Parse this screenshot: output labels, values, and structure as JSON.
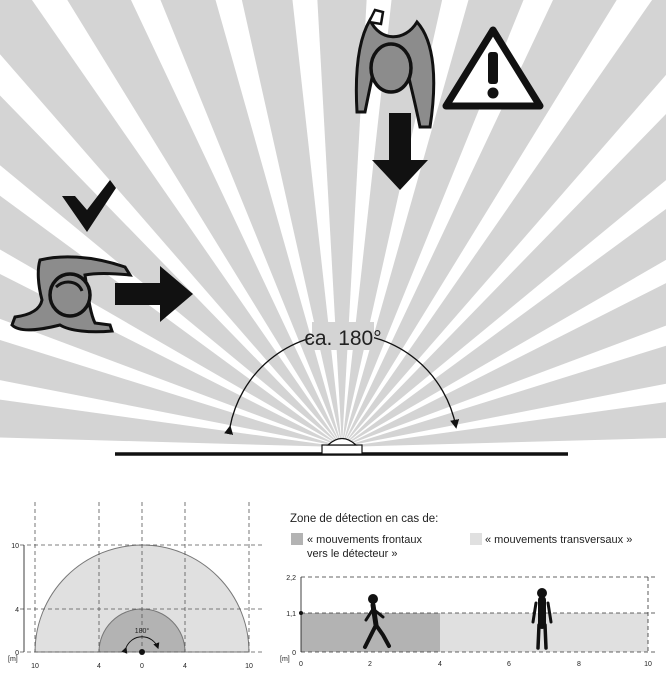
{
  "top": {
    "angle_label": "ca. 180°"
  },
  "left_chart": {
    "unit_label": "[m]",
    "y_ticks": [
      "10",
      "4",
      "0"
    ],
    "x_ticks": [
      "10",
      "4",
      "0",
      "4",
      "10"
    ],
    "angle_label": "180°"
  },
  "right_chart": {
    "title": "Zone de détection en cas de:",
    "legend": [
      {
        "label_line1": "« mouvements frontaux",
        "label_line2": "vers le détecteur »",
        "color": "#b3b3b3"
      },
      {
        "label_line1": "« mouvements transversaux »",
        "label_line2": "",
        "color": "#e0e0e0"
      }
    ],
    "unit_label": "[m]",
    "y_ticks": [
      "2,2",
      "1,1",
      "0"
    ],
    "x_ticks": [
      "0",
      "2",
      "4",
      "6",
      "8",
      "10"
    ]
  },
  "colors": {
    "ray": "#d4d4d4",
    "zone_frontal": "#b3b3b3",
    "zone_transversal": "#e0e0e0",
    "warning": "#1a1a1a"
  }
}
